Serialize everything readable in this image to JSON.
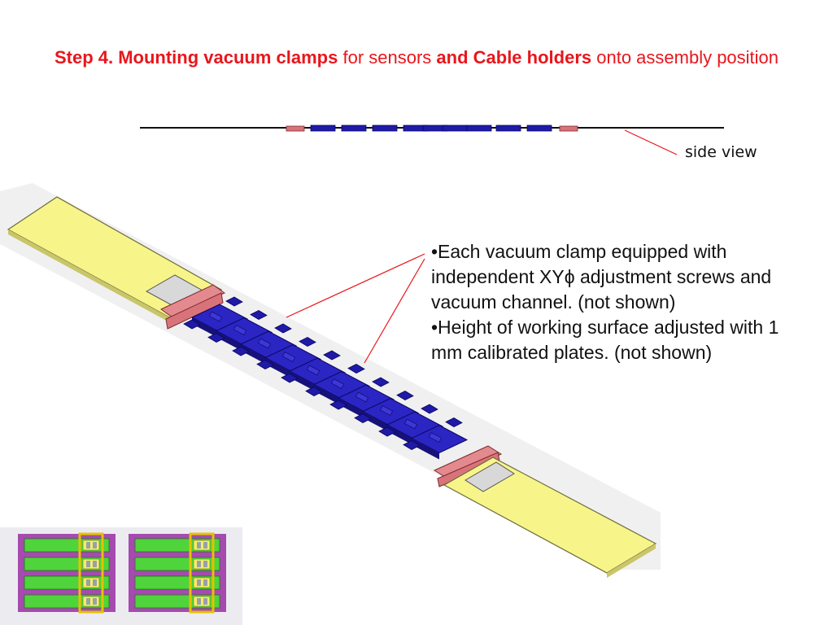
{
  "title": {
    "part1": "Step 4. Mounting vacuum clamps",
    "part2": " for sensors ",
    "part3": "and Cable holders",
    "part4": " onto assembly position"
  },
  "side_view_label": "side view",
  "notes": [
    "•Each vacuum clamp equipped with independent XYϕ  adjustment screws and vacuum channel. (not shown)",
    "•Height of working surface adjusted with 1 mm calibrated plates. (not shown)"
  ],
  "colors": {
    "title": "#e8161c",
    "plate": "#f7f58a",
    "holder": "#d9737a",
    "clamp": "#1f1aa8",
    "annotation_line": "#e8161c"
  }
}
